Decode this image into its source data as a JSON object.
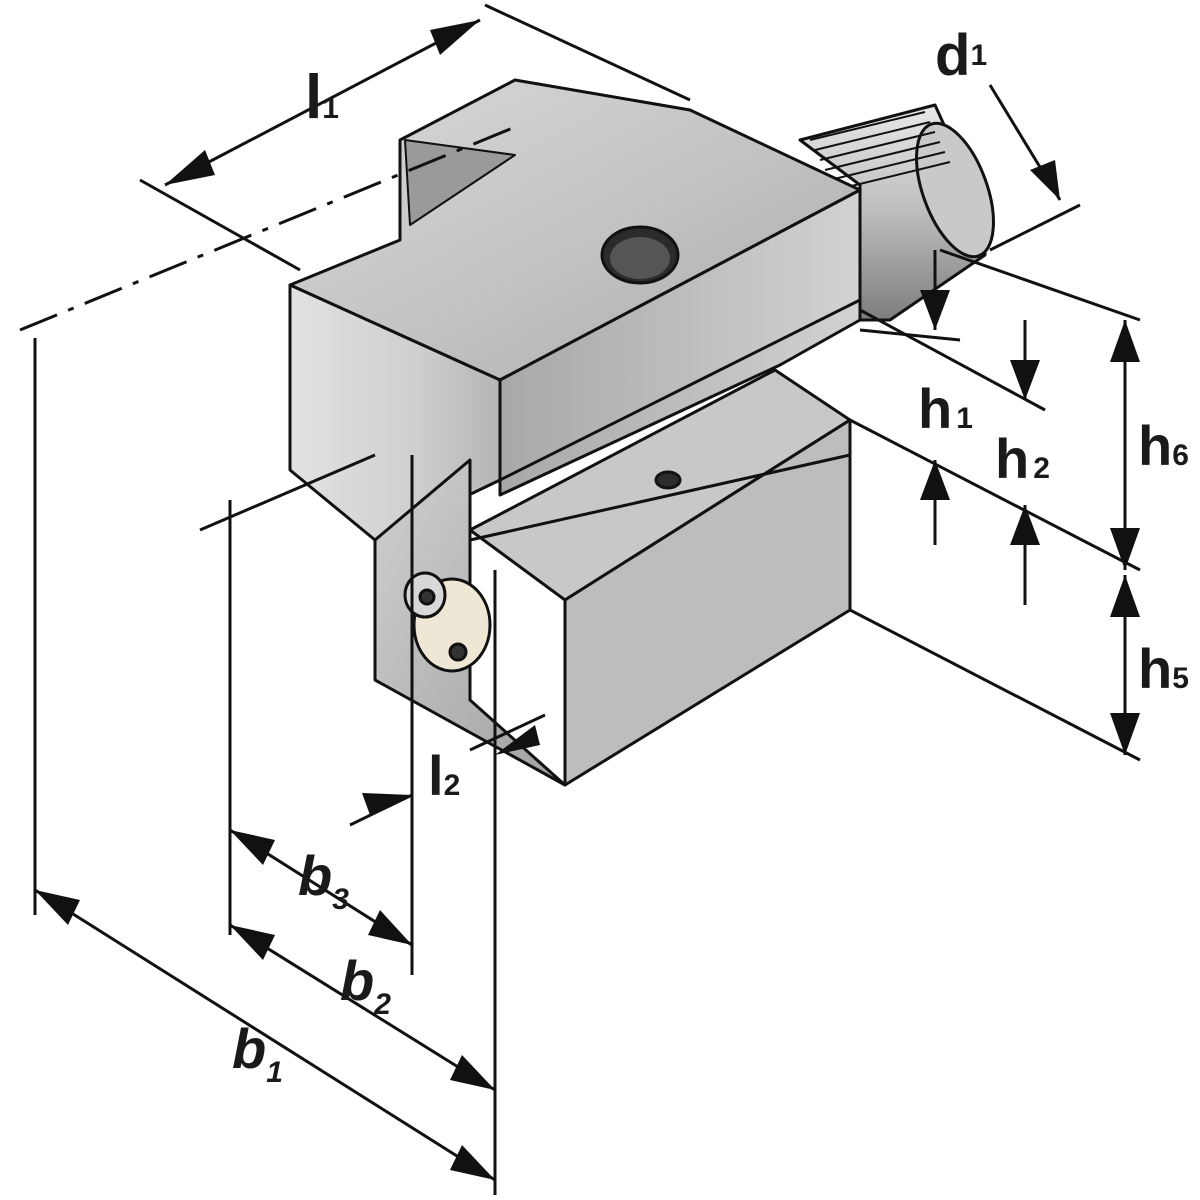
{
  "diagram": {
    "subject": "VDI tool holder, dimensioned isometric drawing",
    "colors": {
      "line": "#111111",
      "steel_light": "#e6e6e6",
      "steel_mid": "#bdbdbd",
      "steel_dark": "#8a8a8a",
      "steel_shadow": "#6a6a6a",
      "hole": "#2b2b2b"
    },
    "labels": {
      "l1": {
        "main": "l",
        "sub": "1"
      },
      "d1": {
        "main": "d",
        "sub": "1"
      },
      "h1": {
        "main": "h",
        "sub": "1"
      },
      "h2": {
        "main": "h",
        "sub": "2"
      },
      "h5": {
        "main": "h",
        "sub": "5"
      },
      "h6": {
        "main": "h",
        "sub": "6"
      },
      "l2": {
        "main": "l",
        "sub": "2"
      },
      "b1": {
        "main": "b",
        "sub": "1"
      },
      "b2": {
        "main": "b",
        "sub": "2"
      },
      "b3": {
        "main": "b",
        "sub": "3"
      }
    }
  }
}
